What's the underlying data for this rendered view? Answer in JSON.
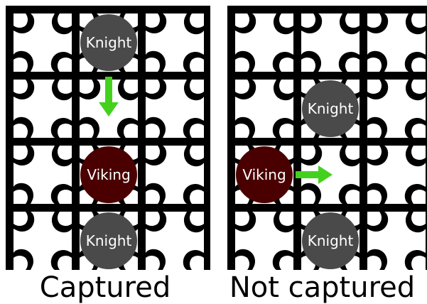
{
  "colors": {
    "knight": "#4a4a4a",
    "viking": "#4a0000",
    "arrow": "#44d11e",
    "grid": "#000000",
    "square": "#ffffff"
  },
  "board_size": {
    "cols": 3,
    "rows": 4
  },
  "panels": [
    {
      "caption": "Captured",
      "pieces": [
        {
          "type": "knight",
          "label": "Knight",
          "col": 1,
          "row": 0
        },
        {
          "type": "viking",
          "label": "Viking",
          "col": 1,
          "row": 2
        },
        {
          "type": "knight",
          "label": "Knight",
          "col": 1,
          "row": 3
        }
      ],
      "arrow": {
        "direction": "down",
        "from": [
          1,
          0
        ],
        "to": [
          1,
          1
        ]
      }
    },
    {
      "caption": "Not captured",
      "pieces": [
        {
          "type": "knight",
          "label": "Knight",
          "col": 1,
          "row": 1
        },
        {
          "type": "viking",
          "label": "Viking",
          "col": 0,
          "row": 2
        },
        {
          "type": "knight",
          "label": "Knight",
          "col": 1,
          "row": 3
        }
      ],
      "arrow": {
        "direction": "right",
        "from": [
          0,
          2
        ],
        "to": [
          1,
          2
        ]
      }
    }
  ]
}
